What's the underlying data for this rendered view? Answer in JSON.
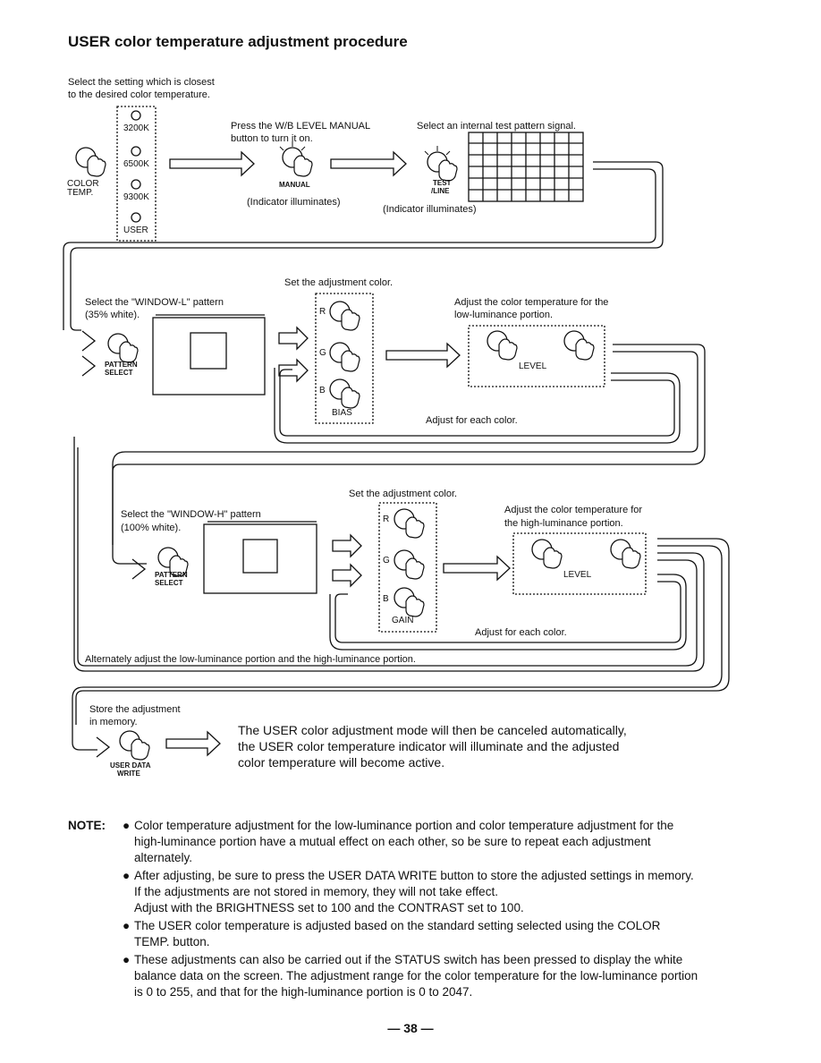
{
  "title": "USER color temperature adjustment procedure",
  "step1": {
    "intro": [
      "Select the setting which is closest",
      "to the desired color temperature."
    ],
    "presets": [
      "3200K",
      "6500K",
      "9300K",
      "USER"
    ],
    "color_temp_button": [
      "COLOR",
      "TEMP."
    ],
    "wb_instruction": [
      "Press the W/B LEVEL MANUAL",
      "button to turn it on."
    ],
    "manual_button": "MANUAL",
    "manual_indicator": "(Indicator illuminates)",
    "test_instruction": "Select an internal test pattern signal.",
    "test_button": [
      "TEST",
      "/LINE"
    ],
    "test_indicator": "(Indicator illuminates)"
  },
  "step2": {
    "set_color": "Set the adjustment color.",
    "pattern_select": [
      "Select the \"WINDOW-L\" pattern",
      "(35% white)."
    ],
    "pattern_button": [
      "PATTERN",
      "SELECT"
    ],
    "channels": [
      "R",
      "G",
      "B"
    ],
    "knob_label": "BIAS",
    "adjust_instruction": [
      "Adjust the color temperature for the",
      "low-luminance portion."
    ],
    "level_label": "LEVEL",
    "each_color": "Adjust for each color."
  },
  "step3": {
    "set_color": "Set the adjustment color.",
    "pattern_select": [
      "Select the \"WINDOW-H\" pattern",
      "(100% white)."
    ],
    "pattern_button": [
      "PATTERN",
      "SELECT"
    ],
    "channels": [
      "R",
      "G",
      "B"
    ],
    "knob_label": "GAIN",
    "adjust_instruction": [
      "Adjust the color temperature for",
      "the high-luminance portion."
    ],
    "level_label": "LEVEL",
    "each_color": "Adjust for each color.",
    "alternate": "Alternately adjust the low-luminance portion and the high-luminance portion."
  },
  "step4": {
    "store": [
      "Store the adjustment",
      "in memory."
    ],
    "write_button": [
      "USER DATA",
      "WRITE"
    ],
    "result": [
      "The USER color adjustment mode will then be canceled automatically,",
      "the USER color temperature indicator will illuminate and the adjusted",
      "color temperature will become active."
    ]
  },
  "notes": {
    "heading": "NOTE:",
    "items": [
      [
        "Color temperature adjustment for the low-luminance portion and color temperature adjustment for the",
        "high-luminance portion have a mutual effect on each other, so be sure to repeat each adjustment",
        "alternately."
      ],
      [
        "After adjusting, be sure to press the USER DATA WRITE button to store the adjusted settings in memory.",
        "If the adjustments are not stored in memory, they will not take effect.",
        "Adjust with the BRIGHTNESS set to 100 and the CONTRAST set to 100."
      ],
      [
        "The USER color temperature is adjusted based on the standard setting selected using the COLOR",
        "TEMP. button."
      ],
      [
        "These adjustments can also be carried out if the STATUS switch has been pressed to display the white",
        "balance data on the screen. The adjustment range for the color temperature for the low-luminance portion",
        "is 0 to 255, and that for the high-luminance portion is 0 to 2047."
      ]
    ]
  },
  "page_number": "— 38 —"
}
